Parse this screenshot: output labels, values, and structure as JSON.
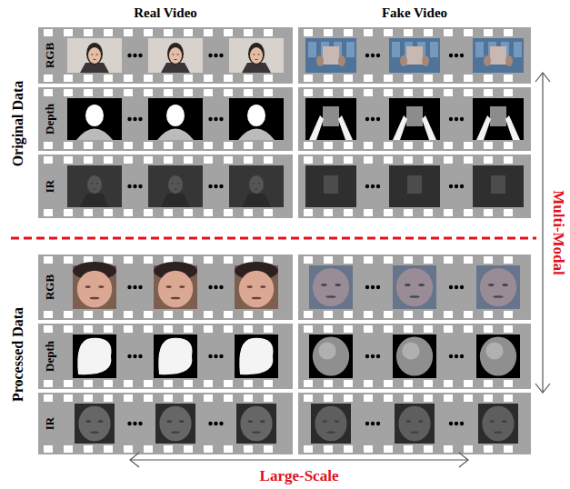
{
  "diagram": {
    "labels": [
      "Real Video",
      "Fake Video",
      "Original Data",
      "RGB",
      "Depth",
      "IR",
      "Processed Data",
      "RGB",
      "Depth",
      "IR",
      "Multi-Modal",
      "Large-Scale"
    ]
  }
}
